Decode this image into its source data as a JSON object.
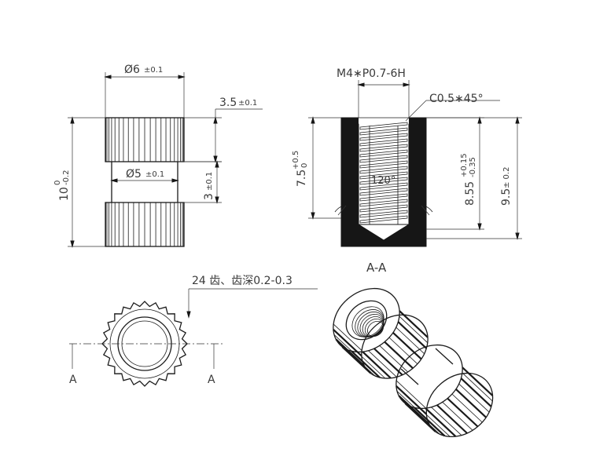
{
  "labels": {
    "outer_diameter": "Ø6",
    "outer_diameter_tol": "±0.1",
    "inner_diameter": "Ø5",
    "inner_diameter_tol": "±0.1",
    "knurl_length": "3.5",
    "knurl_length_tol": "±0.1",
    "groove_length": "3",
    "groove_length_tol": "±0.1",
    "total_length": "10",
    "total_length_tol_upper": "0",
    "total_length_tol_lower": "-0.2",
    "thread_spec": "M4∗P0.7-6H",
    "chamfer": "C0.5∗45°",
    "thread_depth": "7.5",
    "thread_depth_tol_upper": "+0.5",
    "thread_depth_tol_lower": "0",
    "angle": "120°",
    "hole_depth": "8.55",
    "hole_depth_tol_upper": "+0.15",
    "hole_depth_tol_lower": "-0.35",
    "overall_height": "9.5",
    "overall_height_tol": "± 0.2",
    "section_label": "A-A",
    "teeth_note": "24 齿、齿深0.2-0.3",
    "cut_mark_left": "A",
    "cut_mark_right": "A"
  },
  "colors": {
    "line": "#1a1a1a",
    "dimension_text": "#3a3a3a",
    "section_fill": "#161616",
    "background": "#ffffff"
  }
}
